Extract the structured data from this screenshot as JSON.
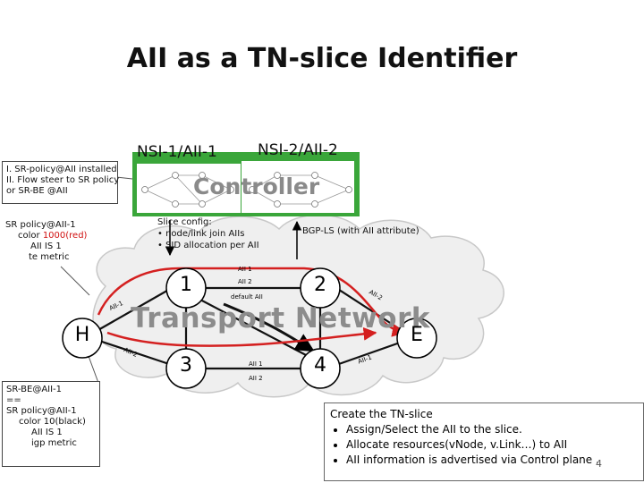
{
  "title": "AII as a TN-slice Identifier",
  "controller": {
    "label": "Controller",
    "nsi1": "NSI-1/AII-1",
    "nsi2": "NSI-2/AII-2"
  },
  "callouts": {
    "installed": [
      "I. SR-policy@AII installed",
      "II. Flow steer to SR policy",
      "or SR-BE @AII"
    ],
    "srpolicy": {
      "line1": "SR policy@AII-1",
      "color_prefix": "color ",
      "color_value": "1000(red)",
      "line3": "AII IS 1",
      "line4": "te metric"
    },
    "srbe": [
      "SR-BE@AII-1",
      "==",
      "SR policy@AII-1",
      "color 10(black)",
      "AII IS 1",
      "igp metric"
    ],
    "slice_config": [
      "Slice config:",
      "• node/link  join AIIs",
      "• SID allocation per AII"
    ],
    "bgp_ls": "BGP-LS (with AII attribute)"
  },
  "network": {
    "label": "Transport Network",
    "nodes": {
      "h": "H",
      "e": "E",
      "n1": "1",
      "n2": "2",
      "n3": "3",
      "n4": "4"
    },
    "link_labels": {
      "n1_n2_top1": "AII 1",
      "n1_n2_top2": "AII 2",
      "n1_n2_default": "default AII",
      "h_n1": "AII-1",
      "h_n3": "AII-2",
      "n2_e": "AII-2",
      "n4_e": "AII-1",
      "n3_n4_1": "AII 1",
      "n3_n4_2": "AII 2"
    }
  },
  "create_box": {
    "heading": "Create the TN-slice",
    "items": [
      "Assign/Select the AII  to the slice.",
      "Allocate resources(vNode, v.Link…) to AII",
      "AII information is advertised via Control plane ."
    ],
    "page_number": "4"
  },
  "colors": {
    "controller_green": "#3aa63a",
    "arrow_red": "#d42020",
    "cloud_fill": "#eeeeee"
  }
}
